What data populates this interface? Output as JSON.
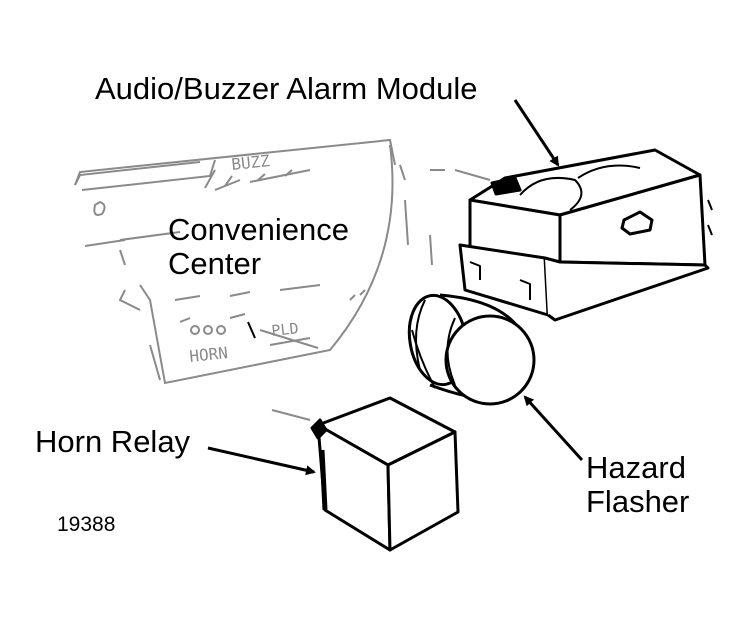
{
  "labels": {
    "alarm_module": "Audio/Buzzer Alarm Module",
    "convenience_center_line1": "Convenience",
    "convenience_center_line2": "Center",
    "horn_relay": "Horn Relay",
    "hazard_flasher_line1": "Hazard",
    "hazard_flasher_line2": "Flasher",
    "figure_number": "19388"
  },
  "panel_markings": {
    "buzzer": "BUZZ",
    "horn": "HORN",
    "pld": "PLD"
  },
  "colors": {
    "ink": "#000000",
    "faint_ink": "#8a8a8a",
    "background": "#ffffff"
  }
}
